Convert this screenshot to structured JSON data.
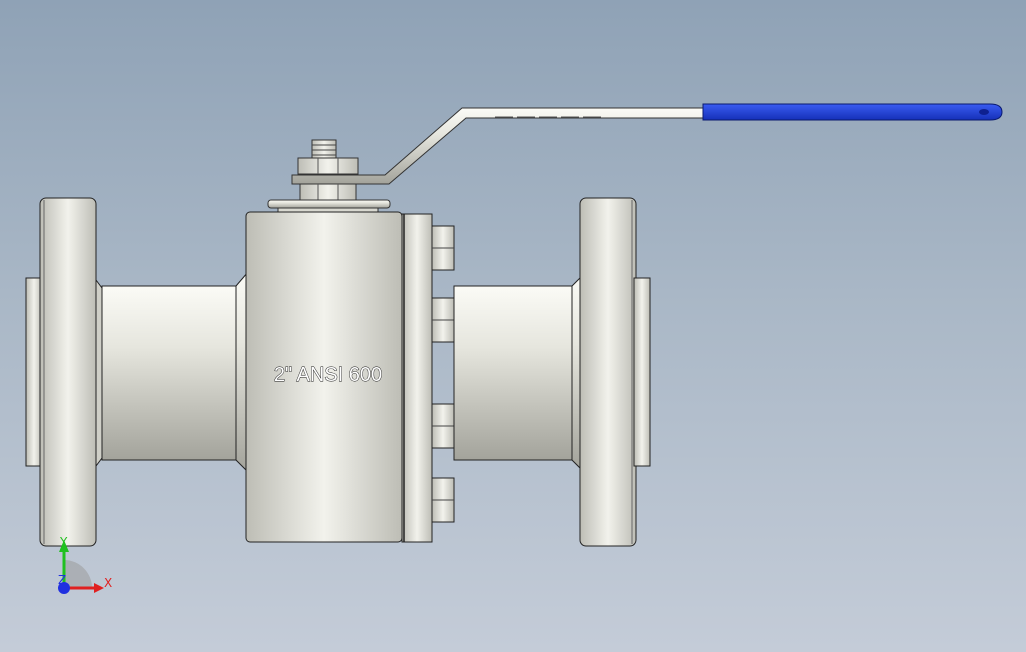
{
  "model": {
    "body_label": "2\" ANSI 600"
  },
  "triad": {
    "x_label": "X",
    "y_label": "Y",
    "z_label": "Z"
  },
  "colors": {
    "background_top": "#8fa2b6",
    "background_bottom": "#c4ccd8",
    "metal_light": "#f4f4ee",
    "metal_dark": "#9c9c94",
    "handle_grip": "#1f3fd6",
    "axis_x": "#e02020",
    "axis_y": "#20c020",
    "axis_z": "#2030e0"
  }
}
